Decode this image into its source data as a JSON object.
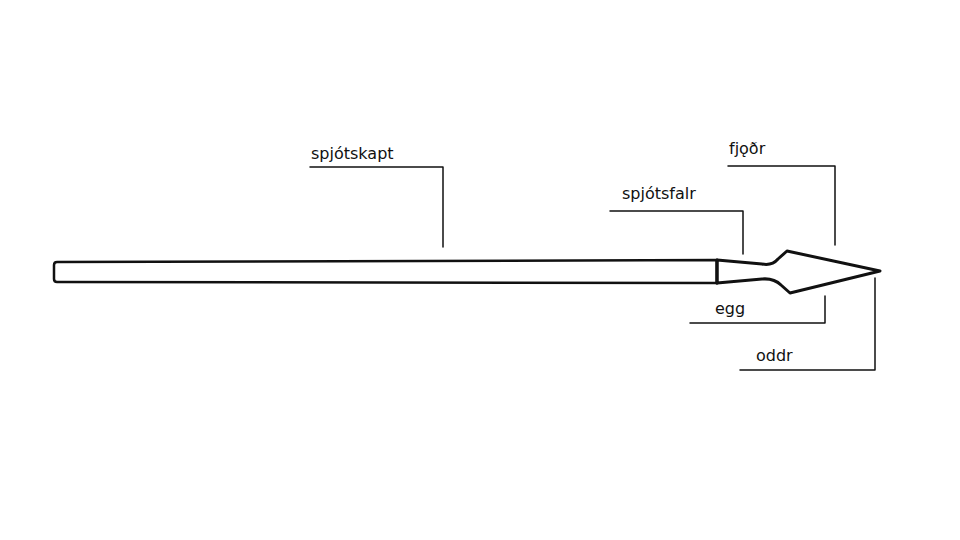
{
  "diagram": {
    "labels": [
      "spjótskapt",
      "fjǫðr",
      "spjótsfalr",
      "egg",
      "oddr"
    ]
  }
}
